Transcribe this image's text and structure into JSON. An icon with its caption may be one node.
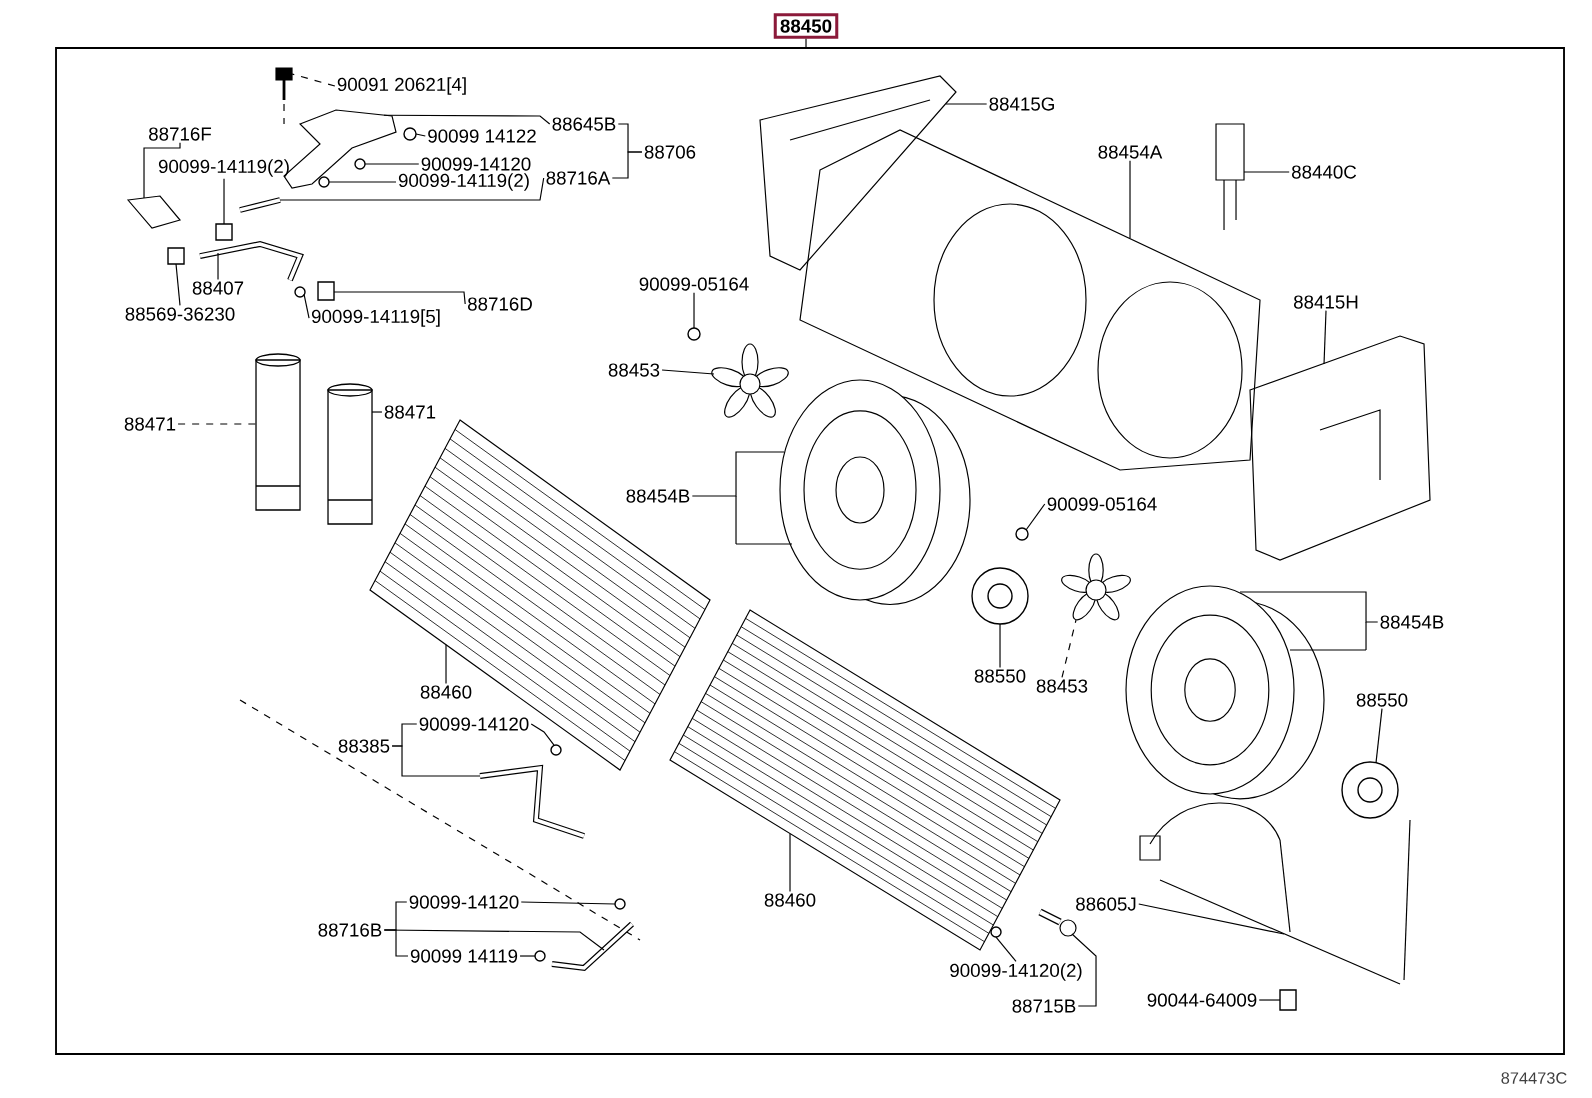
{
  "diagram": {
    "nodes": [
      {
        "text": [
          "88450"
        ]
      },
      {
        "text": [
          "90091 20621[4]"
        ]
      },
      {
        "text": [
          "88716F"
        ]
      },
      {
        "text": [
          "90099-14119(2)"
        ]
      },
      {
        "text": [
          "90099 14122"
        ]
      },
      {
        "text": [
          "88645B"
        ]
      },
      {
        "text": [
          "88706"
        ]
      },
      {
        "text": [
          "90099-14120"
        ]
      },
      {
        "text": [
          "90099-14119(2)"
        ]
      },
      {
        "text": [
          "88716A"
        ]
      },
      {
        "text": [
          "88407"
        ]
      },
      {
        "text": [
          "88569-36230"
        ]
      },
      {
        "text": [
          "90099-14119[5]"
        ]
      },
      {
        "text": [
          "88716D"
        ]
      },
      {
        "text": [
          "88471"
        ]
      },
      {
        "text": [
          "88471"
        ]
      },
      {
        "text": [
          "90099-05164"
        ]
      },
      {
        "text": [
          "88453"
        ]
      },
      {
        "text": [
          "88415G"
        ]
      },
      {
        "text": [
          "88454A"
        ]
      },
      {
        "text": [
          "88440C"
        ]
      },
      {
        "text": [
          "88415H"
        ]
      },
      {
        "text": [
          "88454B"
        ]
      },
      {
        "text": [
          "90099-05164"
        ]
      },
      {
        "text": [
          "88550"
        ]
      },
      {
        "text": [
          "88453"
        ]
      },
      {
        "text": [
          "88454B"
        ]
      },
      {
        "text": [
          "88550"
        ]
      },
      {
        "text": [
          "88460"
        ]
      },
      {
        "text": [
          "90099-14120"
        ]
      },
      {
        "text": [
          "88385"
        ]
      },
      {
        "text": [
          "88460"
        ]
      },
      {
        "text": [
          "90099-14120"
        ]
      },
      {
        "text": [
          "88716B"
        ]
      },
      {
        "text": [
          "90099 14119"
        ]
      },
      {
        "text": [
          "90099-14120(2)"
        ]
      },
      {
        "text": [
          "88715B"
        ]
      },
      {
        "text": [
          "88605J"
        ]
      },
      {
        "text": [
          "90044-64009"
        ]
      },
      {
        "text": [],
        "shape": "picture"
      },
      {
        "text": [],
        "shape": "picture"
      },
      {
        "text": [],
        "shape": "box"
      },
      {
        "text": [],
        "shape": "circle"
      },
      {
        "text": [],
        "shape": "picture"
      },
      {
        "text": [],
        "shape": "circle"
      },
      {
        "text": [],
        "shape": "circle"
      },
      {
        "text": [],
        "shape": "picture"
      },
      {
        "text": [],
        "shape": "picture"
      },
      {
        "text": [],
        "shape": "box"
      },
      {
        "text": [],
        "shape": "circle"
      },
      {
        "text": [],
        "shape": "box"
      },
      {
        "text": [],
        "shape": "cylinder"
      },
      {
        "text": [],
        "shape": "cylinder"
      },
      {
        "text": [],
        "shape": "circle"
      },
      {
        "text": [],
        "shape": "picture"
      },
      {
        "text": [],
        "shape": "picture"
      },
      {
        "text": [],
        "shape": "picture"
      },
      {
        "text": [],
        "shape": "picture"
      },
      {
        "text": [],
        "shape": "picture"
      },
      {
        "text": [],
        "shape": "picture"
      },
      {
        "text": [],
        "shape": "circle"
      },
      {
        "text": [],
        "shape": "circle"
      },
      {
        "text": [],
        "shape": "picture"
      },
      {
        "text": [],
        "shape": "picture"
      },
      {
        "text": [],
        "shape": "circle"
      },
      {
        "text": [],
        "shape": "picture"
      },
      {
        "text": [],
        "shape": "circle"
      },
      {
        "text": [],
        "shape": "picture"
      },
      {
        "text": [],
        "shape": "picture"
      },
      {
        "text": [],
        "shape": "circle"
      },
      {
        "text": [],
        "shape": "picture"
      },
      {
        "text": [],
        "shape": "circle"
      },
      {
        "text": [],
        "shape": "circle"
      },
      {
        "text": [],
        "shape": "picture"
      },
      {
        "text": [],
        "shape": "picture"
      },
      {
        "text": [],
        "shape": "box"
      }
    ],
    "edges": [
      {
        "from": 0,
        "to": null,
        "arrow": "none"
      },
      {
        "from": 1,
        "to": 39,
        "arrow": "none",
        "style": "dashed"
      },
      {
        "from": 2,
        "to": 40,
        "arrow": "none"
      },
      {
        "from": 3,
        "to": 41,
        "arrow": "none"
      },
      {
        "from": 4,
        "to": 42,
        "arrow": "none"
      },
      {
        "from": 5,
        "to": 43,
        "arrow": "none"
      },
      {
        "from": 6,
        "to": 5,
        "arrow": "none"
      },
      {
        "from": 6,
        "to": 9,
        "arrow": "none"
      },
      {
        "from": 7,
        "to": 44,
        "arrow": "none"
      },
      {
        "from": 8,
        "to": 45,
        "arrow": "none"
      },
      {
        "from": 9,
        "to": 46,
        "arrow": "none"
      },
      {
        "from": 10,
        "to": 47,
        "arrow": "none"
      },
      {
        "from": 11,
        "to": 48,
        "arrow": "none"
      },
      {
        "from": 12,
        "to": 49,
        "arrow": "none"
      },
      {
        "from": 13,
        "to": 50,
        "arrow": "none"
      },
      {
        "from": 14,
        "to": 51,
        "arrow": "none",
        "style": "dashed"
      },
      {
        "from": 15,
        "to": 52,
        "arrow": "none"
      },
      {
        "from": 16,
        "to": 53,
        "arrow": "none"
      },
      {
        "from": 17,
        "to": 54,
        "arrow": "none"
      },
      {
        "from": 18,
        "to": 55,
        "arrow": "none"
      },
      {
        "from": 19,
        "to": 56,
        "arrow": "none"
      },
      {
        "from": 20,
        "to": 57,
        "arrow": "none"
      },
      {
        "from": 21,
        "to": 58,
        "arrow": "none"
      },
      {
        "from": 22,
        "to": 59,
        "arrow": "none"
      },
      {
        "from": 23,
        "to": 60,
        "arrow": "none"
      },
      {
        "from": 24,
        "to": 61,
        "arrow": "none"
      },
      {
        "from": 25,
        "to": 62,
        "arrow": "none",
        "style": "dashed"
      },
      {
        "from": 26,
        "to": 63,
        "arrow": "none"
      },
      {
        "from": 27,
        "to": 64,
        "arrow": "none"
      },
      {
        "from": 28,
        "to": 65,
        "arrow": "none"
      },
      {
        "from": 29,
        "to": 66,
        "arrow": "none"
      },
      {
        "from": 30,
        "to": 67,
        "arrow": "none"
      },
      {
        "from": 31,
        "to": 68,
        "arrow": "none"
      },
      {
        "from": 32,
        "to": 69,
        "arrow": "none"
      },
      {
        "from": 33,
        "to": 70,
        "arrow": "none"
      },
      {
        "from": 34,
        "to": 71,
        "arrow": "none"
      },
      {
        "from": 35,
        "to": 72,
        "arrow": "none"
      },
      {
        "from": 36,
        "to": 73,
        "arrow": "none"
      },
      {
        "from": 37,
        "to": 74,
        "arrow": "none"
      },
      {
        "from": 38,
        "to": 75,
        "arrow": "none"
      },
      {
        "from": 30,
        "to": 29,
        "arrow": "none"
      },
      {
        "from": 33,
        "to": 32,
        "arrow": "none"
      },
      {
        "from": 33,
        "to": 34,
        "arrow": "none"
      }
    ],
    "labels": [
      "874473C"
    ]
  }
}
